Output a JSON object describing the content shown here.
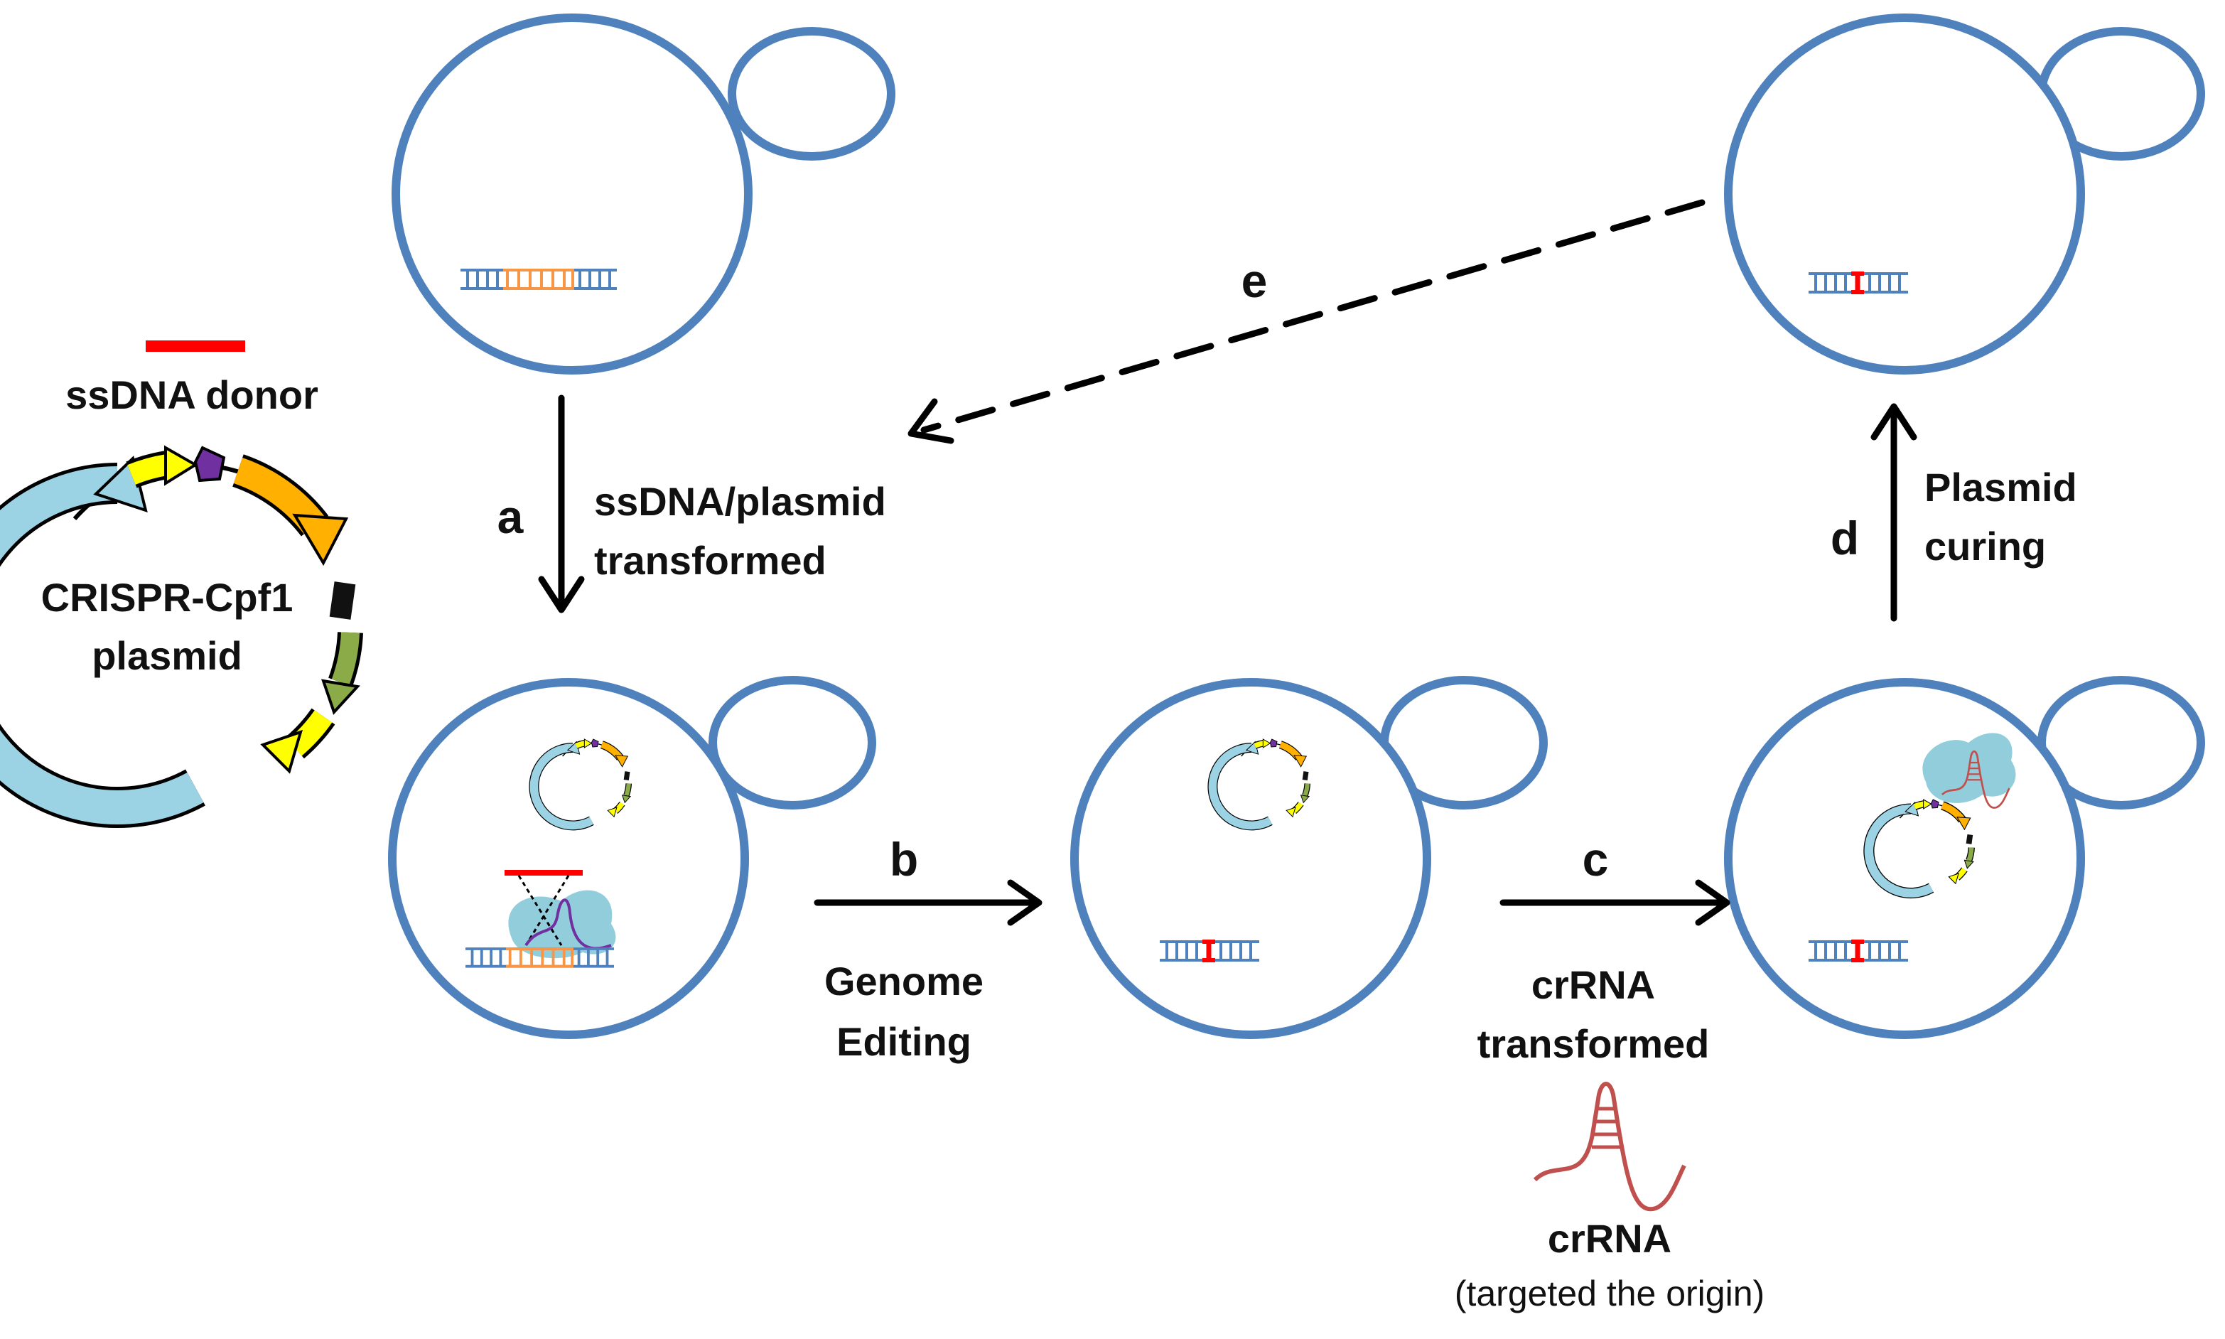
{
  "legend": {
    "donor_label": "ssDNA donor",
    "plasmid_label_line1": "CRISPR-Cpf1",
    "plasmid_label_line2": "plasmid"
  },
  "steps": {
    "a": {
      "letter": "a",
      "line1": "ssDNA/plasmid",
      "line2": "transformed"
    },
    "b": {
      "letter": "b",
      "line1": "Genome",
      "line2": "Editing"
    },
    "c": {
      "letter": "c",
      "line1": "crRNA",
      "line2": "transformed"
    },
    "d": {
      "letter": "d",
      "line1": "Plasmid",
      "line2": "curing"
    },
    "e": {
      "letter": "e"
    }
  },
  "crrna": {
    "label": "crRNA",
    "note": "(targeted the origin)"
  },
  "colors": {
    "cell": "#4f81bd",
    "dna_backbone": "#4f81bd",
    "target_site": "#f79646",
    "edited_site": "#ff0000",
    "donor": "#ff0000",
    "plasmid_backbone": "#9cd3e4",
    "gene_yellow": "#ffff00",
    "gene_purple": "#7030a0",
    "gene_orange": "#ffb000",
    "gene_green": "#8aab47",
    "crrna": "#c0504d",
    "cpf1": "#92cddc",
    "arrows": "#000000"
  }
}
